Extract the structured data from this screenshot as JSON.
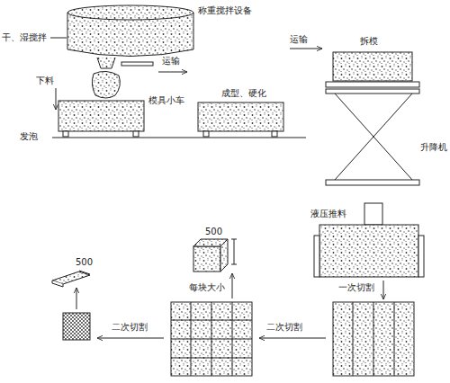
{
  "diagram": {
    "labels": [
      "称重搅拌设备",
      "干、湿搅拌",
      "下料",
      "发泡",
      "运输",
      "模具小车",
      "成型、硬化",
      "运输",
      "拆模",
      "升降机",
      "液压推料",
      "一次切割",
      "500",
      "每块大小",
      "500",
      "二次切割",
      "二次切割"
    ]
  }
}
